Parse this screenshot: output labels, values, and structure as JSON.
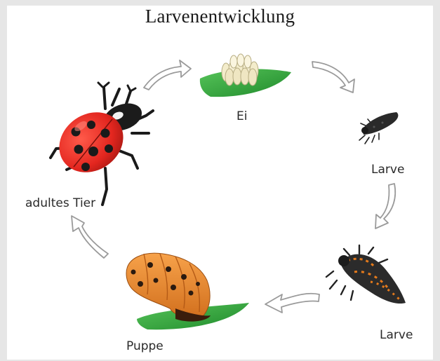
{
  "diagram": {
    "title": "Larvenentwicklung",
    "stages": [
      {
        "label": "Ei",
        "icon": "egg-cluster-icon"
      },
      {
        "label": "Larve",
        "icon": "small-larva-icon"
      },
      {
        "label": "Larve",
        "icon": "large-larva-icon"
      },
      {
        "label": "Puppe",
        "icon": "pupa-icon"
      },
      {
        "label": "adultes Tier",
        "icon": "ladybug-icon"
      }
    ],
    "colors": {
      "leaf": "#2fa53a",
      "ladybug_red": "#e3261f",
      "pupa_orange": "#ec8a2c",
      "larva_dark": "#2a2a2a",
      "egg": "#f3eccb"
    }
  }
}
